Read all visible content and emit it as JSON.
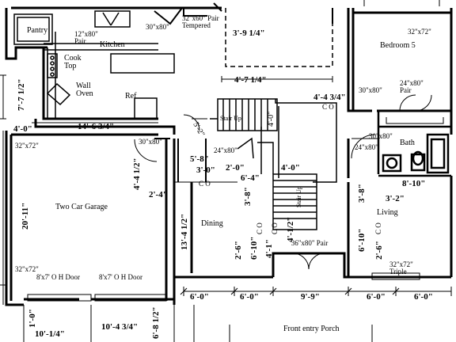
{
  "rooms": {
    "pantry": "Pantry",
    "kitchen": "Kitchen",
    "cook_top": "Cook Top",
    "wall_oven": "Wall Oven",
    "ref": "Ref",
    "bedroom5": "Bedroom 5",
    "bath": "Bath",
    "garage": "Two Car Garage",
    "dining": "Dining",
    "living": "Living",
    "porch": "Front entry Porch",
    "stair_up1": "Stair Up",
    "stair_up2": "Stair Up"
  },
  "windows": {
    "kitchen_win": "12\"x80\" Pair",
    "kitchen_win2": "30\"x80\"",
    "tempered": "32\"x60\" Pair Tempered",
    "bed_win": "32\"x72\"",
    "bed_door": "24\"x80\" Pair",
    "bed_door2": "30\"x80\"",
    "bath_win": "30\"x80\"",
    "bath_win2": "24\"x80\"",
    "garage_win": "32\"x72\"",
    "garage_win2": "32\"x72\"",
    "garage_door": "30\"x80\"",
    "stair_door": "24\"x80\"",
    "oh_door1": "8'x7' O H Door",
    "oh_door2": "8'x7' O H Door",
    "entry_door": "36\"x80\" Pair",
    "living_win": "32\"x72\" Triple"
  },
  "dimensions": {
    "d_3_9_1_4": "3'-9 1/4\"",
    "d_4_7_1_4": "4'-7 1/4\"",
    "d_4_4_3_4": "4'-4 3/4\"",
    "co1": "C O",
    "d_7_7_1_2": "7'-7 1/2\"",
    "d_4_0_left": "4'-0\"",
    "d_14_6_3_4": "14'-6 3/4\"",
    "d_5_2": "5'-2\"",
    "d_4_0_stair": "4'-0\"",
    "d_5_8": "5'-8\"",
    "d_3_0": "3'-0\"",
    "d_2_0": "2'-0\"",
    "d_6_4": "6'-4\"",
    "d_4_0_mid": "4'-0\"",
    "d_4_4_1_2": "4'-4 1/2\"",
    "co2": "C O",
    "d_2_4": "2'-4\"",
    "d_3_8": "3'-8\"",
    "d_3_8b": "3'-8\"",
    "d_8_10": "8'-10\"",
    "d_3_2": "3'-2\"",
    "d_20_11": "20'-11\"",
    "d_13_4_1_2": "13'-4 1/2\"",
    "d_4_1_2": "4'-1/2\"",
    "co3": "C O",
    "d_2_6a": "2'-6\"",
    "d_6_10a": "6'-10\"",
    "d_4_1": "4'-1\"",
    "co4": "C O",
    "d_6_10b": "6'-10\"",
    "d_2_6b": "2'-6\"",
    "co5": "C O",
    "d_6_0_a": "6'-0\"",
    "d_6_0_b": "6'-0\"",
    "d_9_9": "9'-9\"",
    "d_6_0_c": "6'-0\"",
    "d_6_0_d": "6'-0\"",
    "d_1_0": "1'-0\"",
    "d_10_1_4": "10'-1/4\"",
    "d_10_4_3_4": "10'-4 3/4\"",
    "d_6_8_1_2": "6'-8 1/2\""
  }
}
